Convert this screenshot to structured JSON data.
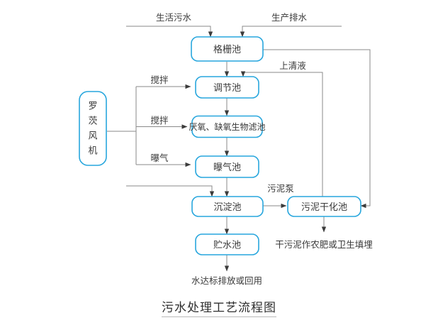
{
  "diagram": {
    "title": "污水处理工艺流程图",
    "accent_color": "#27a6dd",
    "line_color": "#8a8a8a",
    "text_color": "#3a3a3a",
    "nodes": [
      {
        "id": "grating",
        "label": "格栅池"
      },
      {
        "id": "blower",
        "label": "罗茨风机",
        "chars": [
          "罗",
          "茨",
          "风",
          "机"
        ]
      },
      {
        "id": "regulate",
        "label": "调节池"
      },
      {
        "id": "biofilter",
        "label": "厌氧、缺氧生物滤池"
      },
      {
        "id": "aeration",
        "label": "曝气池"
      },
      {
        "id": "settling",
        "label": "沉淀池"
      },
      {
        "id": "sludge",
        "label": "污泥干化池"
      },
      {
        "id": "storage",
        "label": "贮水池"
      }
    ],
    "edge_labels": [
      {
        "id": "domestic-sewage",
        "text": "生活污水"
      },
      {
        "id": "production-water",
        "text": "生产排水"
      },
      {
        "id": "supernatant",
        "text": "上清液"
      },
      {
        "id": "stir-1",
        "text": "搅拌"
      },
      {
        "id": "stir-2",
        "text": "搅拌"
      },
      {
        "id": "aerate",
        "text": "曝气"
      },
      {
        "id": "sludge-pump",
        "text": "污泥泵"
      }
    ],
    "outputs": [
      {
        "id": "sludge-use",
        "text": "干污泥作农肥或卫生填埋"
      },
      {
        "id": "water-reuse",
        "text": "水达标排放或回用"
      }
    ]
  }
}
